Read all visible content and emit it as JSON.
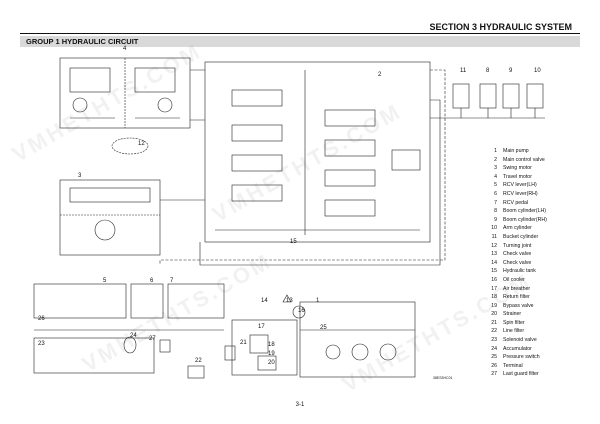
{
  "header": {
    "section_title": "SECTION 3  HYDRAULIC SYSTEM"
  },
  "group": {
    "title": "GROUP  1  HYDRAULIC CIRCUIT"
  },
  "callouts": {
    "c4": "4",
    "c2": "2",
    "c11": "11",
    "c8": "8",
    "c9": "9",
    "c10": "10",
    "c12": "12",
    "c3": "3",
    "c5": "5",
    "c6": "6",
    "c7": "7",
    "c26": "26",
    "c14": "14",
    "c13": "13",
    "c16": "16",
    "c17": "17",
    "c1": "1",
    "c25": "25",
    "c21": "21",
    "c18": "18",
    "c19": "19",
    "c20": "20",
    "c22": "22",
    "c23": "23",
    "c24": "24",
    "c27": "27",
    "c15": "15"
  },
  "legend": [
    {
      "num": "1",
      "label": "Main pump"
    },
    {
      "num": "2",
      "label": "Main control valve"
    },
    {
      "num": "3",
      "label": "Swing motor"
    },
    {
      "num": "4",
      "label": "Travel motor"
    },
    {
      "num": "5",
      "label": "RCV lever(LH)"
    },
    {
      "num": "6",
      "label": "RCV lever(RH)"
    },
    {
      "num": "7",
      "label": "RCV pedal"
    },
    {
      "num": "8",
      "label": "Boom cylinder(LH)"
    },
    {
      "num": "9",
      "label": "Boom cylinder(RH)"
    },
    {
      "num": "10",
      "label": "Arm cylinder"
    },
    {
      "num": "11",
      "label": "Bucket cylinder"
    },
    {
      "num": "12",
      "label": "Turning joint"
    },
    {
      "num": "13",
      "label": "Check valve"
    },
    {
      "num": "14",
      "label": "Check valve"
    },
    {
      "num": "15",
      "label": "Hydraulic tank"
    },
    {
      "num": "16",
      "label": "Oil cooler"
    },
    {
      "num": "17",
      "label": "Air breather"
    },
    {
      "num": "18",
      "label": "Return filter"
    },
    {
      "num": "19",
      "label": "Bypass valve"
    },
    {
      "num": "20",
      "label": "Strainer"
    },
    {
      "num": "21",
      "label": "Spin filter"
    },
    {
      "num": "22",
      "label": "Line filter"
    },
    {
      "num": "23",
      "label": "Solenoid valve"
    },
    {
      "num": "24",
      "label": "Accumulator"
    },
    {
      "num": "25",
      "label": "Pressure switch"
    },
    {
      "num": "26",
      "label": "Terminal"
    },
    {
      "num": "27",
      "label": "Last guard filter"
    }
  ],
  "watermark": "VMHETHTS.COM",
  "footer": {
    "page_number": "3-1",
    "drawing_code": "38ES3HC01"
  }
}
